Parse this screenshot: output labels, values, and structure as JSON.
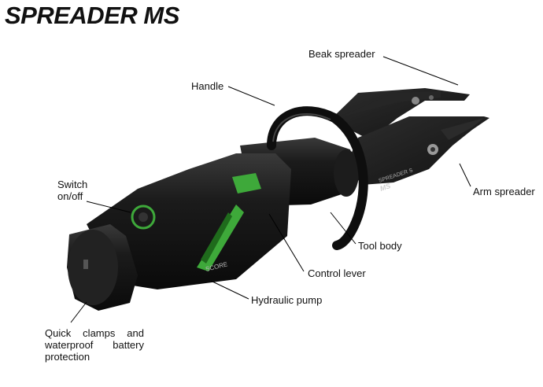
{
  "title": "SPREADER MS",
  "labels": {
    "beak_spreader": "Beak spreader",
    "handle": "Handle",
    "arm_spreader": "Arm spreader",
    "switch": "Switch on/off",
    "tool_body": "Tool body",
    "control_lever": "Control lever",
    "hydraulic_pump": "Hydraulic pump",
    "quick_clamps": "Quick clamps and waterproof battery protection"
  },
  "product_markings": {
    "arm_text_1": "SPREADER S",
    "arm_text_2": "MS",
    "body_text": "SCORE"
  },
  "colors": {
    "accent_green": "#3ea93a",
    "tool_black": "#141414",
    "text": "#111111"
  }
}
